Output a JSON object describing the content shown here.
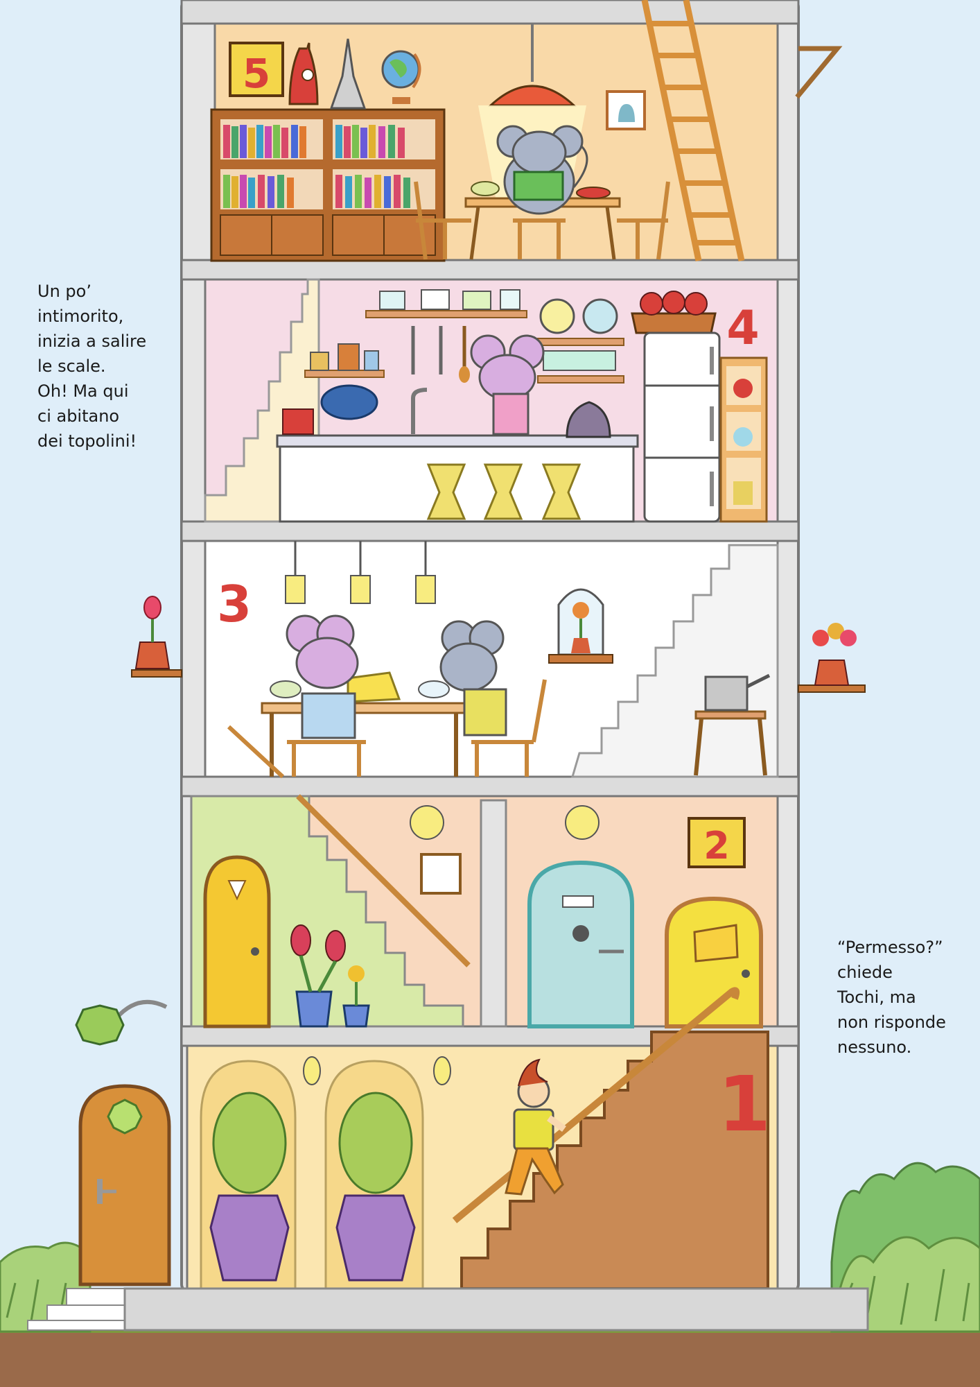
{
  "captions": {
    "left": "Un po’\nintimorito,\ninizia a salire\nle scale.\nOh! Ma qui\nci abitano\ndei topolini!",
    "right": "“Permesso?”\nchiede\nTochi, ma\nnon risponde\nnessuno."
  },
  "floor_numbers": {
    "floor_1": "1",
    "floor_2": "2",
    "floor_3": "3",
    "floor_4": "4",
    "floor_5": "5"
  },
  "colors": {
    "sky": "#dfeef9",
    "ground": "#9a6a4a",
    "building_wall": "#e6e6e6",
    "floor_number_red": "#d8403a",
    "floor_5_room": "#f9d9a8",
    "floor_4_room": "#f6dce6",
    "floor_3_room": "#ffffff",
    "floor_2_room": "#f9d9bf",
    "floor_1_room": "#fbe6b0",
    "stair_brown": "#c98a55"
  },
  "characters": [
    "mouse-reading",
    "mouse-cooking",
    "mouse-pink-eating",
    "mouse-grey-eating",
    "boy-tochi"
  ]
}
